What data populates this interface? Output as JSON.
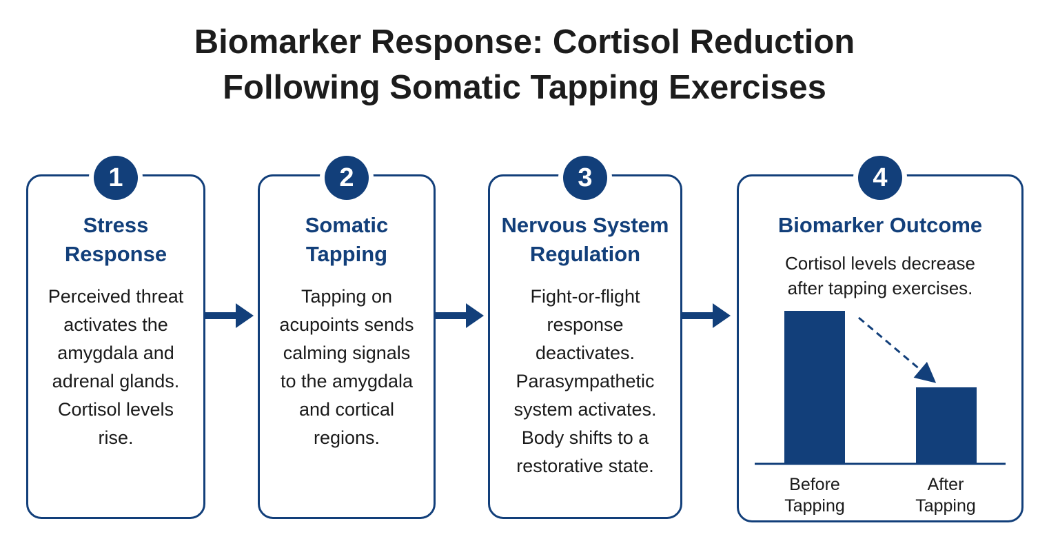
{
  "title": {
    "line1": "Biomarker Response: Cortisol Reduction",
    "line2": "Following Somatic Tapping Exercises"
  },
  "steps": [
    {
      "number": "1",
      "title": "Stress\nResponse",
      "body": "Perceived threat\nactivates the\namygdala and\nadrenal glands.\nCortisol levels\nrise."
    },
    {
      "number": "2",
      "title": "Somatic\nTapping",
      "body": "Tapping on\nacupoints sends\ncalming signals\nto the amygdala\nand cortical\nregions."
    },
    {
      "number": "3",
      "title": "Nervous System\nRegulation",
      "body": "Fight-or-flight\nresponse\ndeactivates.\nParasympathetic\nsystem activates.\nBody shifts to a\nrestorative state."
    },
    {
      "number": "4",
      "title": "Biomarker Outcome",
      "body": "Cortisol levels decrease\nafter tapping exercises."
    }
  ],
  "colors": {
    "accent": "#123f7a",
    "text": "#1a1a1a"
  },
  "chart_data": {
    "type": "bar",
    "categories": [
      "Before\nTapping",
      "After\nTapping"
    ],
    "values": [
      100,
      50
    ],
    "ylim": [
      0,
      100
    ],
    "color": "#123f7a",
    "annotation": "dashed-arrow-downward"
  }
}
